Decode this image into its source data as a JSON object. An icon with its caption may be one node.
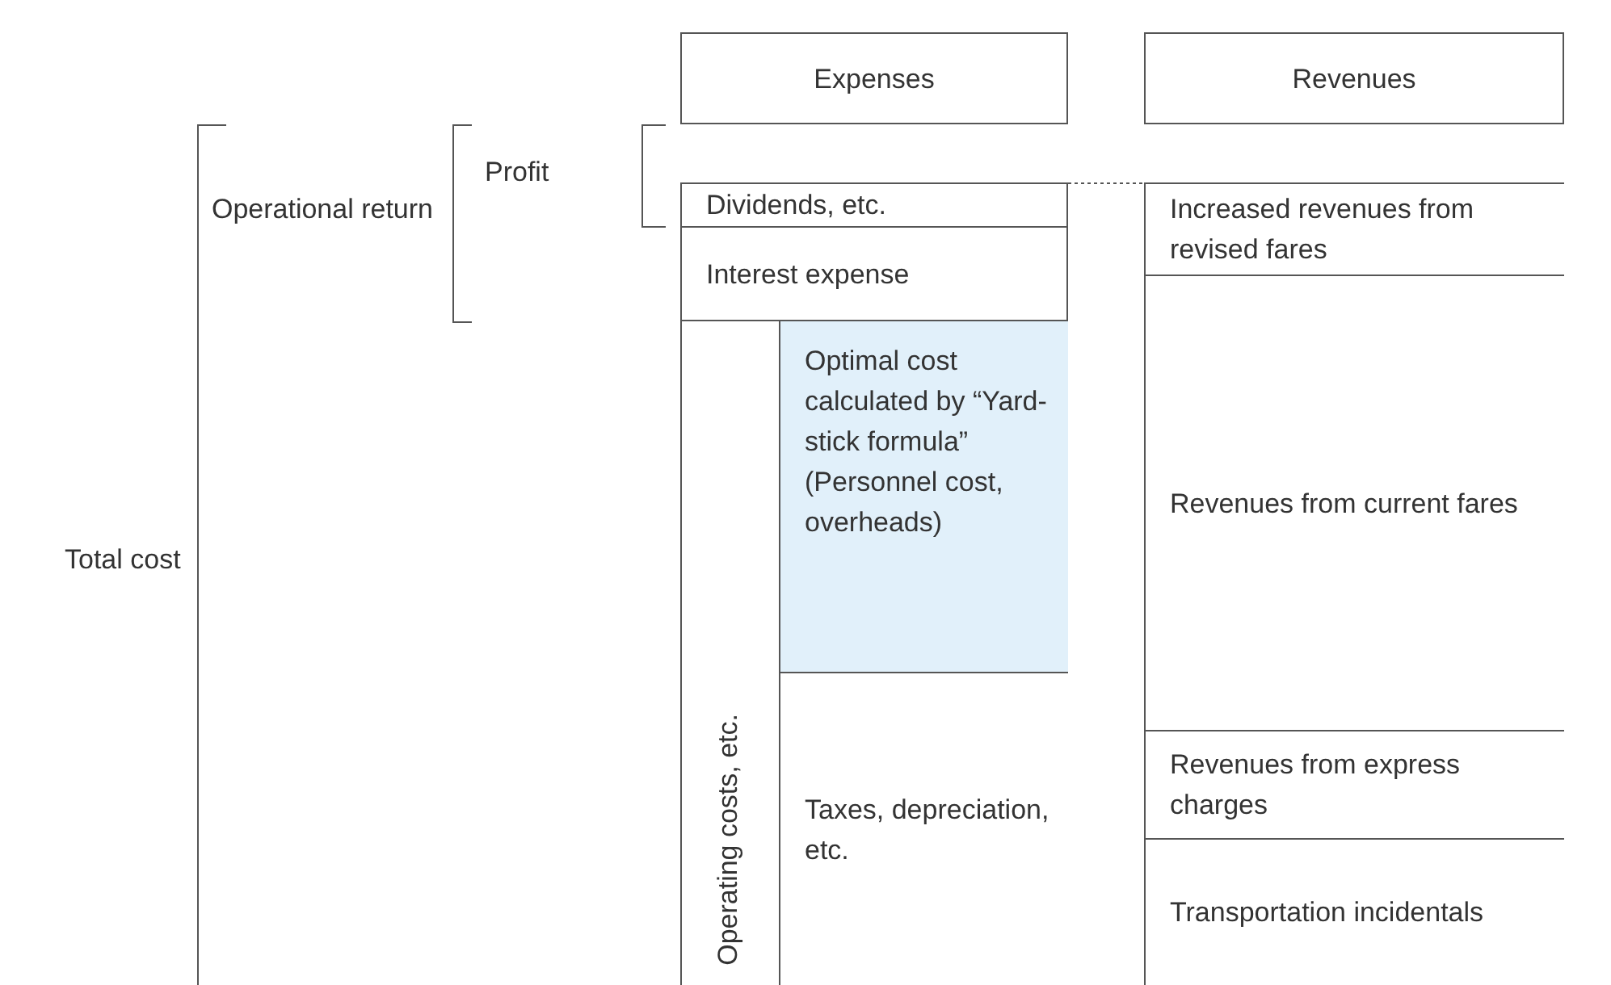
{
  "diagram": {
    "nodes": [
      {
        "text": [
          "Expenses"
        ]
      },
      {
        "text": [
          "Revenues"
        ]
      },
      {
        "text": [
          "Dividends, etc."
        ]
      },
      {
        "text": [
          "Interest expense"
        ]
      },
      {
        "text": [
          "Operating costs, etc."
        ]
      },
      {
        "text": [
          "Optimal cost calculated by “Yard-stick formula” (Personnel cost, overheads)"
        ],
        "in": 4
      },
      {
        "text": [
          "Taxes, depreciation, etc."
        ],
        "in": 4
      },
      {
        "text": [
          "Increased revenues from revised fares"
        ]
      },
      {
        "text": [
          "Revenues from current fares"
        ]
      },
      {
        "text": [
          "Revenues from express charges"
        ]
      },
      {
        "text": [
          "Transportation incidentals"
        ]
      }
    ],
    "edges": [],
    "labels": [
      "Total cost",
      "Operational return",
      "Profit"
    ]
  }
}
